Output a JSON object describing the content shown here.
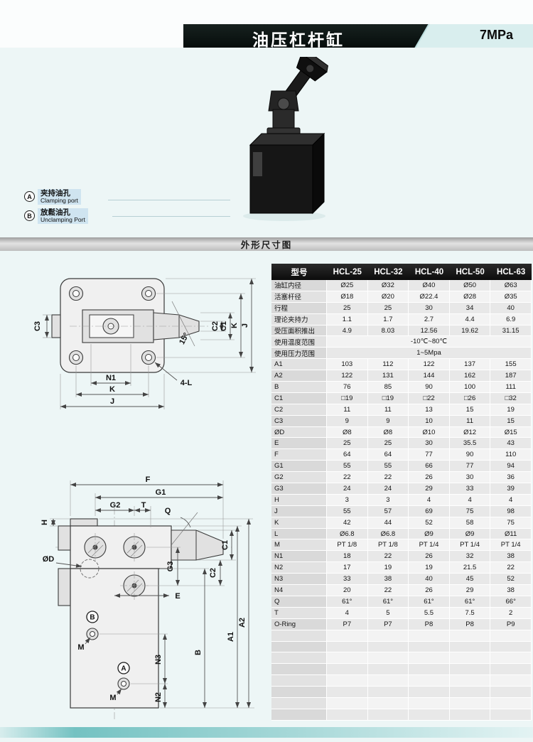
{
  "header": {
    "title": "油压杠杆缸",
    "pressure": "7MPa"
  },
  "section": {
    "title": "外形尺寸图"
  },
  "ports": [
    {
      "symbol": "A",
      "cn": "夹持油孔",
      "en": "Clamping port"
    },
    {
      "symbol": "B",
      "cn": "放鬆油孔",
      "en": "Unclamping Port"
    }
  ],
  "table": {
    "header": [
      "型号",
      "HCL-25",
      "HCL-32",
      "HCL-40",
      "HCL-50",
      "HCL-63"
    ],
    "empty_rows": 8,
    "rows": [
      {
        "label": "油缸内径",
        "values": [
          "Ø25",
          "Ø32",
          "Ø40",
          "Ø50",
          "Ø63"
        ]
      },
      {
        "label": "活塞杆径",
        "values": [
          "Ø18",
          "Ø20",
          "Ø22.4",
          "Ø28",
          "Ø35"
        ]
      },
      {
        "label": "行程",
        "values": [
          "25",
          "25",
          "30",
          "34",
          "40"
        ]
      },
      {
        "label": "理论夹持力",
        "values": [
          "1.1",
          "1.7",
          "2.7",
          "4.4",
          "6.9"
        ]
      },
      {
        "label": "受压面积推出",
        "values": [
          "4.9",
          "8.03",
          "12.56",
          "19.62",
          "31.15"
        ]
      },
      {
        "label": "使用温度范围",
        "span": "-10℃~80℃"
      },
      {
        "label": "使用压力范围",
        "span": "1~5Mpa"
      },
      {
        "label": "A1",
        "values": [
          "103",
          "112",
          "122",
          "137",
          "155"
        ]
      },
      {
        "label": "A2",
        "values": [
          "122",
          "131",
          "144",
          "162",
          "187"
        ]
      },
      {
        "label": "B",
        "values": [
          "76",
          "85",
          "90",
          "100",
          "111"
        ]
      },
      {
        "label": "C1",
        "values": [
          "□19",
          "□19",
          "□22",
          "□26",
          "□32"
        ]
      },
      {
        "label": "C2",
        "values": [
          "11",
          "11",
          "13",
          "15",
          "19"
        ]
      },
      {
        "label": "C3",
        "values": [
          "9",
          "9",
          "10",
          "11",
          "15"
        ]
      },
      {
        "label": "ØD",
        "values": [
          "Ø8",
          "Ø8",
          "Ø10",
          "Ø12",
          "Ø15"
        ]
      },
      {
        "label": "E",
        "values": [
          "25",
          "25",
          "30",
          "35.5",
          "43"
        ]
      },
      {
        "label": "F",
        "values": [
          "64",
          "64",
          "77",
          "90",
          "110"
        ]
      },
      {
        "label": "G1",
        "values": [
          "55",
          "55",
          "66",
          "77",
          "94"
        ]
      },
      {
        "label": "G2",
        "values": [
          "22",
          "22",
          "26",
          "30",
          "36"
        ]
      },
      {
        "label": "G3",
        "values": [
          "24",
          "24",
          "29",
          "33",
          "39"
        ]
      },
      {
        "label": "H",
        "values": [
          "3",
          "3",
          "4",
          "4",
          "4"
        ]
      },
      {
        "label": "J",
        "values": [
          "55",
          "57",
          "69",
          "75",
          "98"
        ]
      },
      {
        "label": "K",
        "values": [
          "42",
          "44",
          "52",
          "58",
          "75"
        ]
      },
      {
        "label": "L",
        "values": [
          "Ø6.8",
          "Ø6.8",
          "Ø9",
          "Ø9",
          "Ø11"
        ]
      },
      {
        "label": "M",
        "values": [
          "PT 1/8",
          "PT 1/8",
          "PT 1/4",
          "PT 1/4",
          "PT 1/4"
        ]
      },
      {
        "label": "N1",
        "values": [
          "18",
          "22",
          "26",
          "32",
          "38"
        ]
      },
      {
        "label": "N2",
        "values": [
          "17",
          "19",
          "19",
          "21.5",
          "22"
        ]
      },
      {
        "label": "N3",
        "values": [
          "33",
          "38",
          "40",
          "45",
          "52"
        ]
      },
      {
        "label": "N4",
        "values": [
          "20",
          "22",
          "26",
          "29",
          "38"
        ]
      },
      {
        "label": "Q",
        "values": [
          "61°",
          "61°",
          "61°",
          "61°",
          "66°"
        ]
      },
      {
        "label": "T",
        "values": [
          "4",
          "5",
          "5.5",
          "7.5",
          "2"
        ]
      },
      {
        "label": "O-Ring",
        "values": [
          "P7",
          "P7",
          "P8",
          "P8",
          "P9"
        ]
      }
    ]
  },
  "drawing_top": {
    "labels": {
      "c3": "C3",
      "c2": "C2",
      "c1": "C1",
      "k_right": "K",
      "j_right": "J",
      "angle": "15°",
      "n1": "N1",
      "k_bottom": "K",
      "j_bottom": "J",
      "holes": "4-L"
    }
  },
  "drawing_bottom": {
    "labels": {
      "f": "F",
      "g1": "G1",
      "g2": "G2",
      "t": "T",
      "q": "Q",
      "h": "H",
      "od": "ØD",
      "c1": "C1",
      "c2": "C2",
      "g3": "G3",
      "e": "E",
      "a1": "A1",
      "a2": "A2",
      "b": "B",
      "n3": "N3",
      "n2": "N2",
      "m_upper": "M",
      "m_lower": "M",
      "port_b": "B",
      "port_a": "A"
    }
  },
  "colors": {
    "accent_dark": "#101c1a",
    "page_bg": "#edf6f6",
    "badge_bg": "#d9eeee",
    "table_header_bg": "#141414"
  }
}
